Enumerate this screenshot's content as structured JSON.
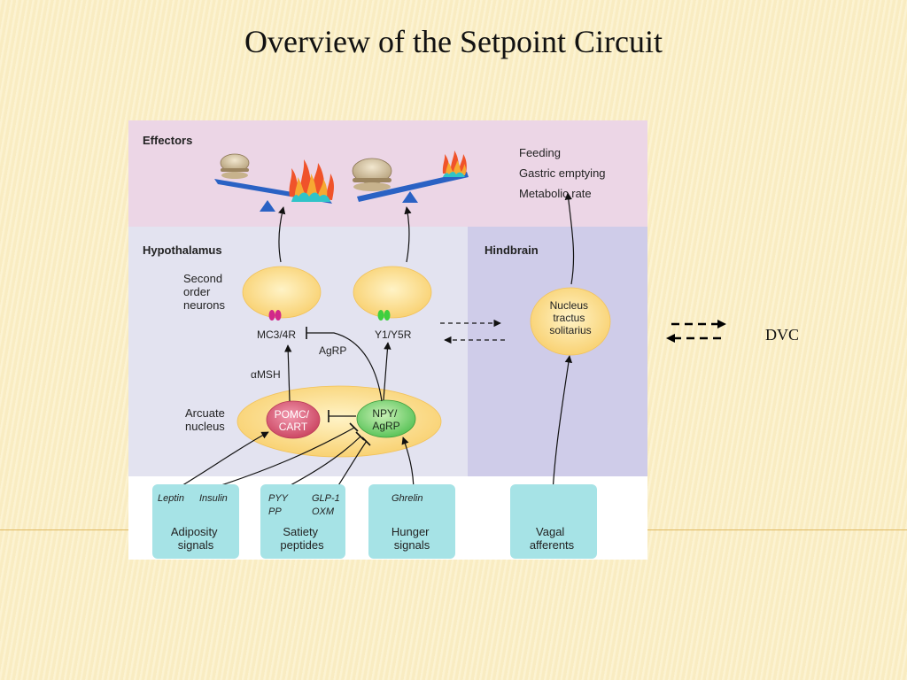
{
  "title": "Overview of the Setpoint Circuit",
  "dvc_label": "DVC",
  "effectors": {
    "label": "Effectors",
    "outputs": [
      "Feeding",
      "Gastric emptying",
      "Metabolic rate"
    ]
  },
  "hypothalamus": {
    "label": "Hypothalamus",
    "second_order_label": [
      "Second",
      "order",
      "neurons"
    ],
    "receptor_left": "MC3/4R",
    "receptor_right": "Y1/Y5R",
    "agrp_label": "AgRP",
    "amsh_label": "αMSH",
    "arcuate_label": [
      "Arcuate",
      "nucleus"
    ],
    "pomc_label": [
      "POMC/",
      "CART"
    ],
    "npy_label": [
      "NPY/",
      "AgRP"
    ]
  },
  "hindbrain": {
    "label": "Hindbrain",
    "nts_label": [
      "Nucleus",
      "tractus",
      "solitarius"
    ]
  },
  "signals": {
    "adiposity": {
      "hormones": [
        "Leptin",
        "Insulin"
      ],
      "label": [
        "Adiposity",
        "signals"
      ]
    },
    "satiety": {
      "hormones": [
        "PYY",
        "GLP-1",
        "PP",
        "OXM"
      ],
      "label": [
        "Satiety",
        "peptides"
      ]
    },
    "hunger": {
      "hormones": [
        "Ghrelin"
      ],
      "label": [
        "Hunger",
        "signals"
      ]
    },
    "vagal": {
      "label": [
        "Vagal",
        "afferents"
      ]
    }
  },
  "colors": {
    "effectors_bg": "#ecd6e6",
    "hypothalamus_bg": "#e3e3f0",
    "hindbrain_bg": "#cfcce9",
    "signal_box": "#a6e3e6",
    "nucleus_fill": "#fbd98a",
    "pomc_fill": "#d85a73",
    "npy_fill": "#7cd370",
    "scale_beam": "#2a62c4"
  }
}
